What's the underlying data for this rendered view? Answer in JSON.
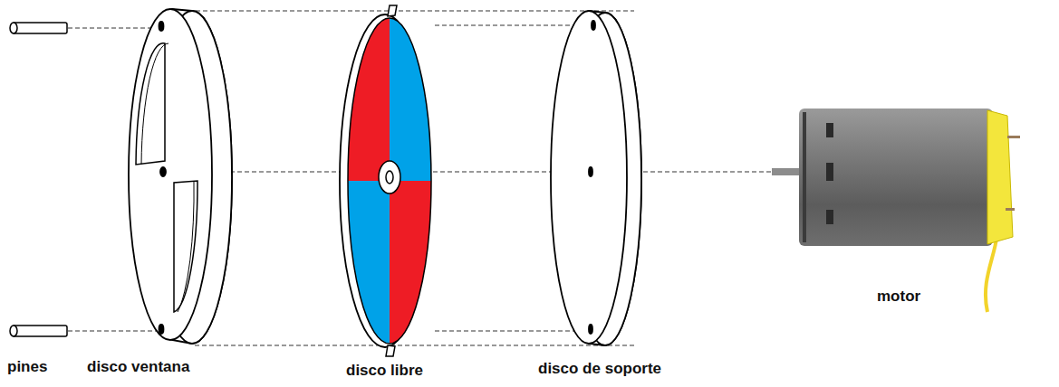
{
  "diagram": {
    "labels": [
      "pines",
      "disco ventana",
      "disco libre",
      "disco de soporte",
      "motor"
    ]
  }
}
